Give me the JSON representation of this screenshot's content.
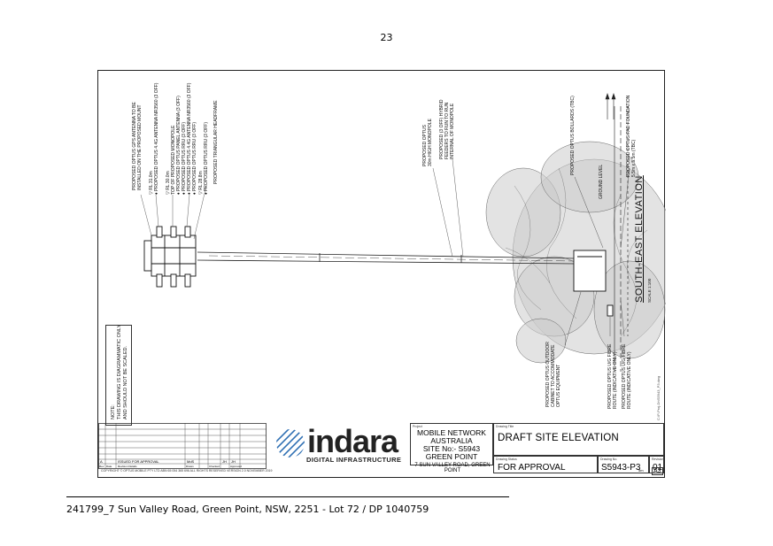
{
  "page": {
    "number": "23",
    "footer": "241799_7 Sun Valley Road, Green Point, NSW, 2251 - Lot 72 / DP 1040759"
  },
  "drawing": {
    "callouts_left": [
      "PROPOSED OPTUS GPS ANTENNA TO BE\nINSTALLED ON THE PROPOSED MOUNT",
      "▽ RL 31.0m\n♦ PROPOSED OPTUS 4.4G ANTENNA NR3560 (3 OFF)",
      "▽ RL 30.0m\nTOP OF PROPOSED MONOPOLE\n♦ PROPOSED OPTUS PANEL ANTENNA (3 OFF)\n♦ PROPOSED OPTUS RRU (3 OFF)\n♦ PROPOSED OPTUS 4.4G ANTENNA NR3560 (3 OFF)\n♦ PROPOSED OPTUS RRU (3 OFF)",
      "▽ RL 28.8m\n♦ PROPOSED OPTUS RRU (3 OFF)",
      "PROPOSED TRIANGULAR HEADFRAME"
    ],
    "callouts_mid": [
      "PROPOSED OPTUS\n30m HIGH MONOPOLE",
      "PROPOSED (3 OFF) HYBRID\nFEEDERS TO RUN TO RUN\nINTERNAL OF MONOPOLE"
    ],
    "callouts_right": [
      "PROPOSED OPTUS BOLLARDS (TBC)",
      "GROUND LEVEL",
      "PROPOSED OPTUS PAD FOUNDATION\n5.5m x 5.5m (TBC)"
    ],
    "callouts_bottom": [
      "PROPOSED OPTUS OUTDOOR\nCABINET TO ACCOMMODATE\nOPTUS EQUIPMENT",
      "PROPOSED OPTUS U/G FIBRE\nROUTE (INDICATIVE ONLY)",
      "PROPOSED OPTUS U/G FIBRE\nROUTE (INDICATIVE ONLY)"
    ],
    "elevation_title": "SOUTH-EAST ELEVATION",
    "elevation_scale": "SCALE 1:100",
    "note": "NOTE:\nTHIS DRAWING IS DIAGRAMMATIC ONLY\nAND SHOULD NOT BE SCALED.",
    "side_path": "C:\\P-Proj-Dr\\S5943_P3.dwg"
  },
  "title_block": {
    "revision_row": [
      "A",
      "ISSUED FOR APPROVAL",
      "MdS",
      "JH",
      "JH"
    ],
    "revision_headers": [
      "Rev",
      "Date",
      "Revision Details",
      "Drawn",
      "Checked",
      "Approved"
    ],
    "logo_word": "indara",
    "logo_sub": "DIGITAL INFRASTRUCTURE",
    "project_label": "Project",
    "project_lines": [
      "MOBILE NETWORK",
      "AUSTRALIA",
      "SITE No:- S5943",
      "GREEN POINT"
    ],
    "project_address": "7 SUN VALLEY ROAD, GREEN POINT",
    "drawing_title_label": "Drawing Title",
    "drawing_title": "DRAFT SITE ELEVATION",
    "drawing_status_label": "Drawing Status",
    "drawing_status": "FOR APPROVAL",
    "drawing_no_label": "Drawing No.",
    "drawing_no": "S5943-P3",
    "revision_label": "Revision",
    "revision": "01",
    "sheet_size": "A3",
    "scale_bar": "5m",
    "copyright": "COPYRIGHT © OPTUS MOBILE PTY LTD  ABN 65 054 365 696  ALL RIGHTS RESERVED  VERSION 2.0 NOVEMBER 2019"
  }
}
